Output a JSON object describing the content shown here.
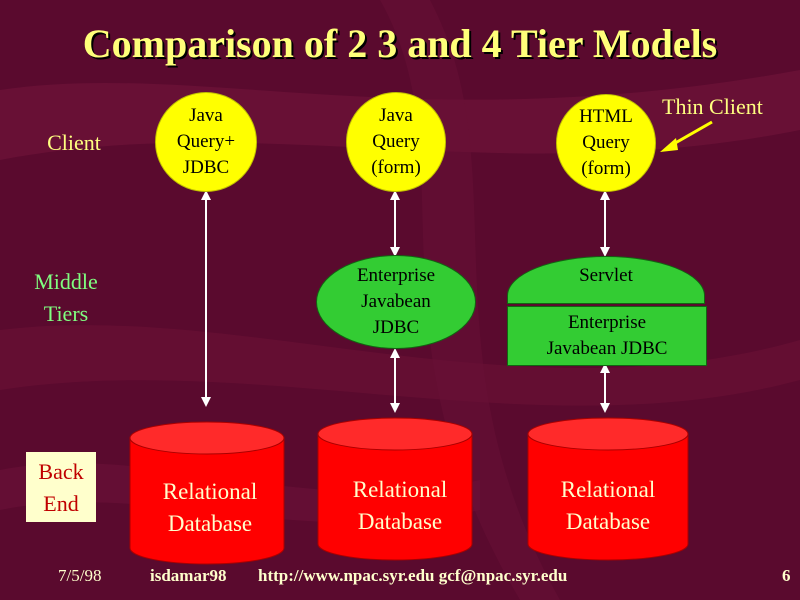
{
  "title": "Comparison of 2 3 and 4 Tier Models",
  "tiers": {
    "client": "Client",
    "middle_line1": "Middle",
    "middle_line2": "Tiers",
    "backend_line1": "Back",
    "backend_line2": "End"
  },
  "columns": [
    {
      "client_lines": [
        "Java",
        "Query+",
        "JDBC"
      ],
      "db_lines": [
        "Relational",
        "Database"
      ]
    },
    {
      "client_lines": [
        "Java",
        "Query",
        "(form)"
      ],
      "middle_lines": [
        "Enterprise",
        "Javabean",
        "JDBC"
      ],
      "db_lines": [
        "Relational",
        "Database"
      ]
    },
    {
      "client_lines": [
        "HTML",
        "Query",
        "(form)"
      ],
      "servlet": "Servlet",
      "middle_lines": [
        "Enterprise",
        "Javabean JDBC"
      ],
      "db_lines": [
        "Relational",
        "Database"
      ]
    }
  ],
  "annotation": "Thin Client",
  "footer": {
    "date": "7/5/98",
    "id": "isdamar98",
    "url": "http://www.npac.syr.edu gcf@npac.syr.edu",
    "page": "6"
  },
  "colors": {
    "background": "#5a0a2e",
    "title": "#ffff7a",
    "client_node": "#ffff00",
    "middle_node": "#33cc33",
    "database": "#ff0000",
    "arrows": "#ffffff"
  }
}
